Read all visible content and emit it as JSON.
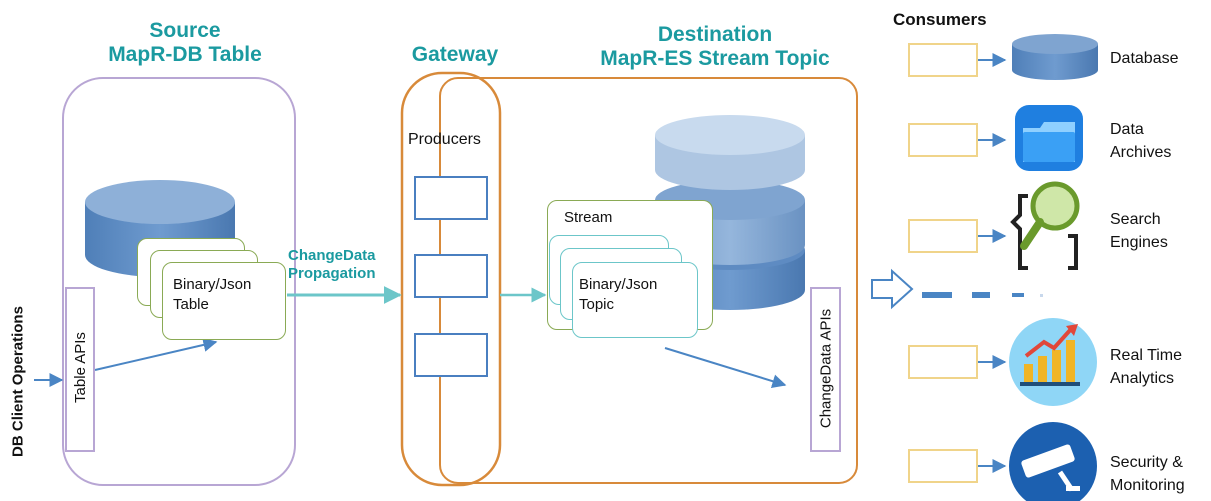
{
  "source": {
    "title_line1": "Source",
    "title_line2": "MapR-DB Table",
    "table_label_line1": "Binary/Json",
    "table_label_line2": "Table",
    "api_label": "Table APIs"
  },
  "gateway": {
    "title": "Gateway",
    "producers_label": "Producers"
  },
  "destination": {
    "title_line1": "Destination",
    "title_line2": "MapR-ES Stream Topic",
    "stream_label": "Stream",
    "topic_label_line1": "Binary/Json",
    "topic_label_line2": "Topic",
    "api_label": "ChangeData  APIs"
  },
  "propagation": {
    "line1": "ChangeData",
    "line2": "Propagation"
  },
  "client": {
    "label": "DB Client Operations"
  },
  "consumers": {
    "title": "Consumers",
    "items": [
      {
        "label_line1": "Database",
        "label_line2": "",
        "icon": "database-icon"
      },
      {
        "label_line1": "Data",
        "label_line2": "Archives",
        "icon": "folder-icon"
      },
      {
        "label_line1": "Search",
        "label_line2": "Engines",
        "icon": "search-icon"
      },
      {
        "label_line1": "Real Time",
        "label_line2": "Analytics",
        "icon": "analytics-chart-icon"
      },
      {
        "label_line1": "Security &",
        "label_line2": "Monitoring",
        "icon": "security-camera-icon"
      }
    ]
  },
  "colors": {
    "title": "#1b9aa0",
    "source_border": "#b8a6d4",
    "gateway_border": "#d88a3a",
    "arrow": "#4a85c4",
    "propagation_arrow": "#6cc6c9",
    "consumer_box": "#f0d48a",
    "stream_border": "#8aaa55"
  }
}
